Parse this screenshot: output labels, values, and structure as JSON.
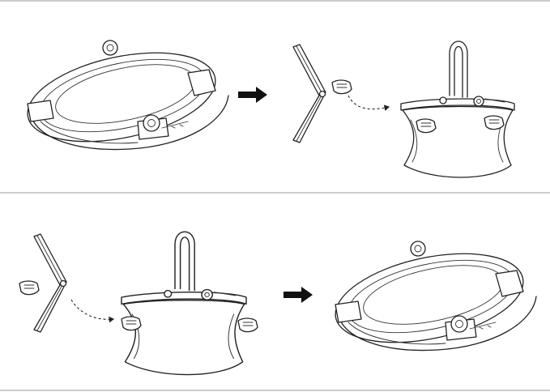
{
  "figure": {
    "panels": [
      {
        "id": "top",
        "steps": [
          "folded-basket",
          "unfold-frame",
          "open-basket"
        ]
      },
      {
        "id": "bottom",
        "steps": [
          "fold-frame",
          "open-basket",
          "folded-basket"
        ]
      }
    ],
    "colors": {
      "line": "#222222",
      "divider": "#9a9a9a",
      "background": "#ffffff"
    },
    "icons": [
      "arrow-right-icon",
      "hand-icon",
      "dashed-arrow-icon",
      "hinge-frame-icon"
    ]
  }
}
